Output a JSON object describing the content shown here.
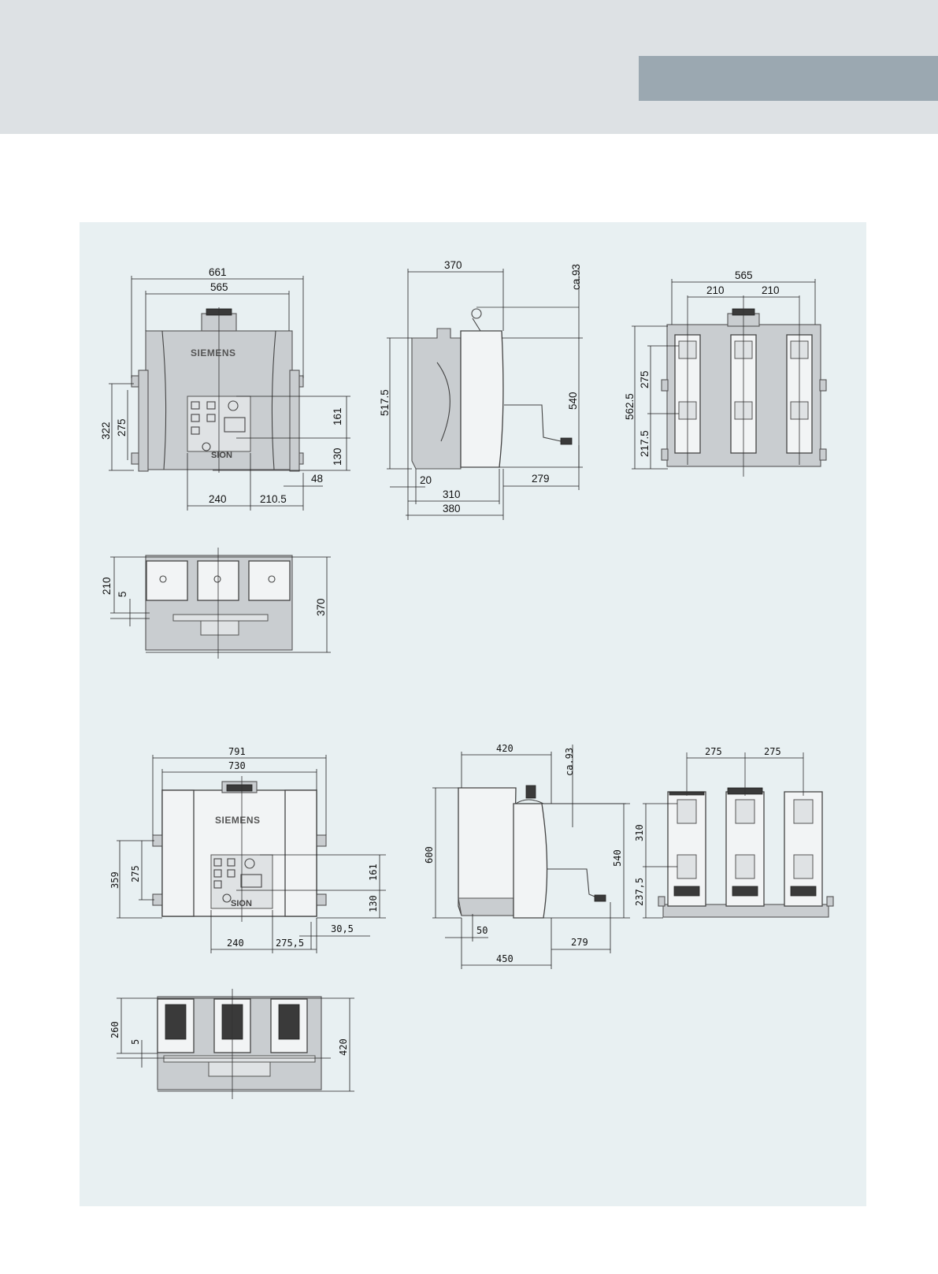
{
  "colors": {
    "header_band": "#dde1e4",
    "header_tab": "#9ba8b1",
    "drawing_panel": "#e8f0f2"
  },
  "brand": {
    "logo_text": "SIEMENS",
    "product_text": "SION"
  },
  "views": {
    "front_small": {
      "width_overall": "661",
      "width_inner": "565",
      "height_total": "322",
      "height_fix": "275",
      "dim_161": "161",
      "dim_130": "130",
      "dim_48": "48",
      "dim_240": "240",
      "dim_2105": "210.5"
    },
    "side_small": {
      "depth_top": "370",
      "ca93": "ca.93",
      "height_5175": "517.5",
      "height_540": "540",
      "dim_20": "20",
      "dim_310": "310",
      "dim_380": "380",
      "dim_279": "279"
    },
    "rear_small": {
      "width": "565",
      "pitch_1": "210",
      "pitch_2": "210",
      "height_5625": "562.5",
      "dim_275": "275",
      "dim_2175": "217.5"
    },
    "top_small": {
      "dim_210": "210",
      "dim_5": "5",
      "dim_370": "370"
    },
    "front_large": {
      "width_overall": "791",
      "width_inner": "730",
      "height_total": "359",
      "height_fix": "275",
      "dim_161": "161",
      "dim_130": "130",
      "dim_305": "30,5",
      "dim_240": "240",
      "dim_2755": "275,5"
    },
    "side_large": {
      "depth_top": "420",
      "ca93": "ca.93",
      "height_600": "600",
      "height_540": "540",
      "dim_50": "50",
      "dim_450": "450",
      "dim_279": "279"
    },
    "rear_large": {
      "pitch_1": "275",
      "pitch_2": "275",
      "dim_310": "310",
      "dim_2375": "237,5"
    },
    "top_large": {
      "dim_260": "260",
      "dim_5": "5",
      "dim_420": "420"
    }
  }
}
